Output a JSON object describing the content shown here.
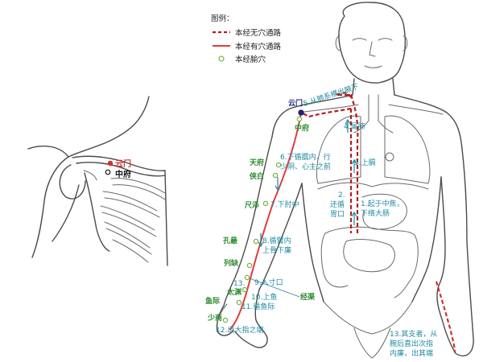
{
  "legend": {
    "title": "图例：",
    "items": [
      {
        "label": "本经无穴通路",
        "symbol": "dashed-line"
      },
      {
        "label": "本经有穴通路",
        "symbol": "solid-line"
      },
      {
        "label": "本经腧穴",
        "symbol": "circle"
      }
    ]
  },
  "colors": {
    "meridian": "#e23b3b",
    "internal_path": "#b71c1c",
    "acupoint": "#7cb342",
    "acupoint_label": "#2e8b2e",
    "path_label": "#1f8aa0",
    "outline": "#4a4a4a"
  },
  "inset": {
    "points": [
      {
        "name": "云门",
        "color": "#d32f2f"
      },
      {
        "name": "中府",
        "color": "#111111"
      }
    ]
  },
  "acupoints": [
    {
      "name": "云门"
    },
    {
      "name": "中府"
    },
    {
      "name": "天府"
    },
    {
      "name": "侠白"
    },
    {
      "name": "尺泽"
    },
    {
      "name": "孔最"
    },
    {
      "name": "列缺"
    },
    {
      "name": "经渠"
    },
    {
      "name": "太渊"
    },
    {
      "name": "鱼际"
    },
    {
      "name": "少商"
    }
  ],
  "pathway_steps": [
    {
      "text": "1.起于中焦，"
    },
    {
      "text": "下络大肠"
    },
    {
      "text": "2."
    },
    {
      "text": "还循"
    },
    {
      "text": "胃口"
    },
    {
      "text": "3.上膈"
    },
    {
      "text": "4.属肺"
    },
    {
      "text": "5.从肺系横出腋下"
    },
    {
      "text": "6.下循臑内，行"
    },
    {
      "text": "少阴、心主之前"
    },
    {
      "text": "7.下肘中"
    },
    {
      "text": "8.循臂内"
    },
    {
      "text": "上骨下廉"
    },
    {
      "text": "9.入寸口"
    },
    {
      "text": "10.上鱼"
    },
    {
      "text": "11.循鱼际"
    },
    {
      "text": "12.出大指之端"
    },
    {
      "text": "13."
    },
    {
      "text": "13.其支者，从"
    },
    {
      "text": "腕后直出次指"
    },
    {
      "text": "内廉，出其端"
    }
  ]
}
